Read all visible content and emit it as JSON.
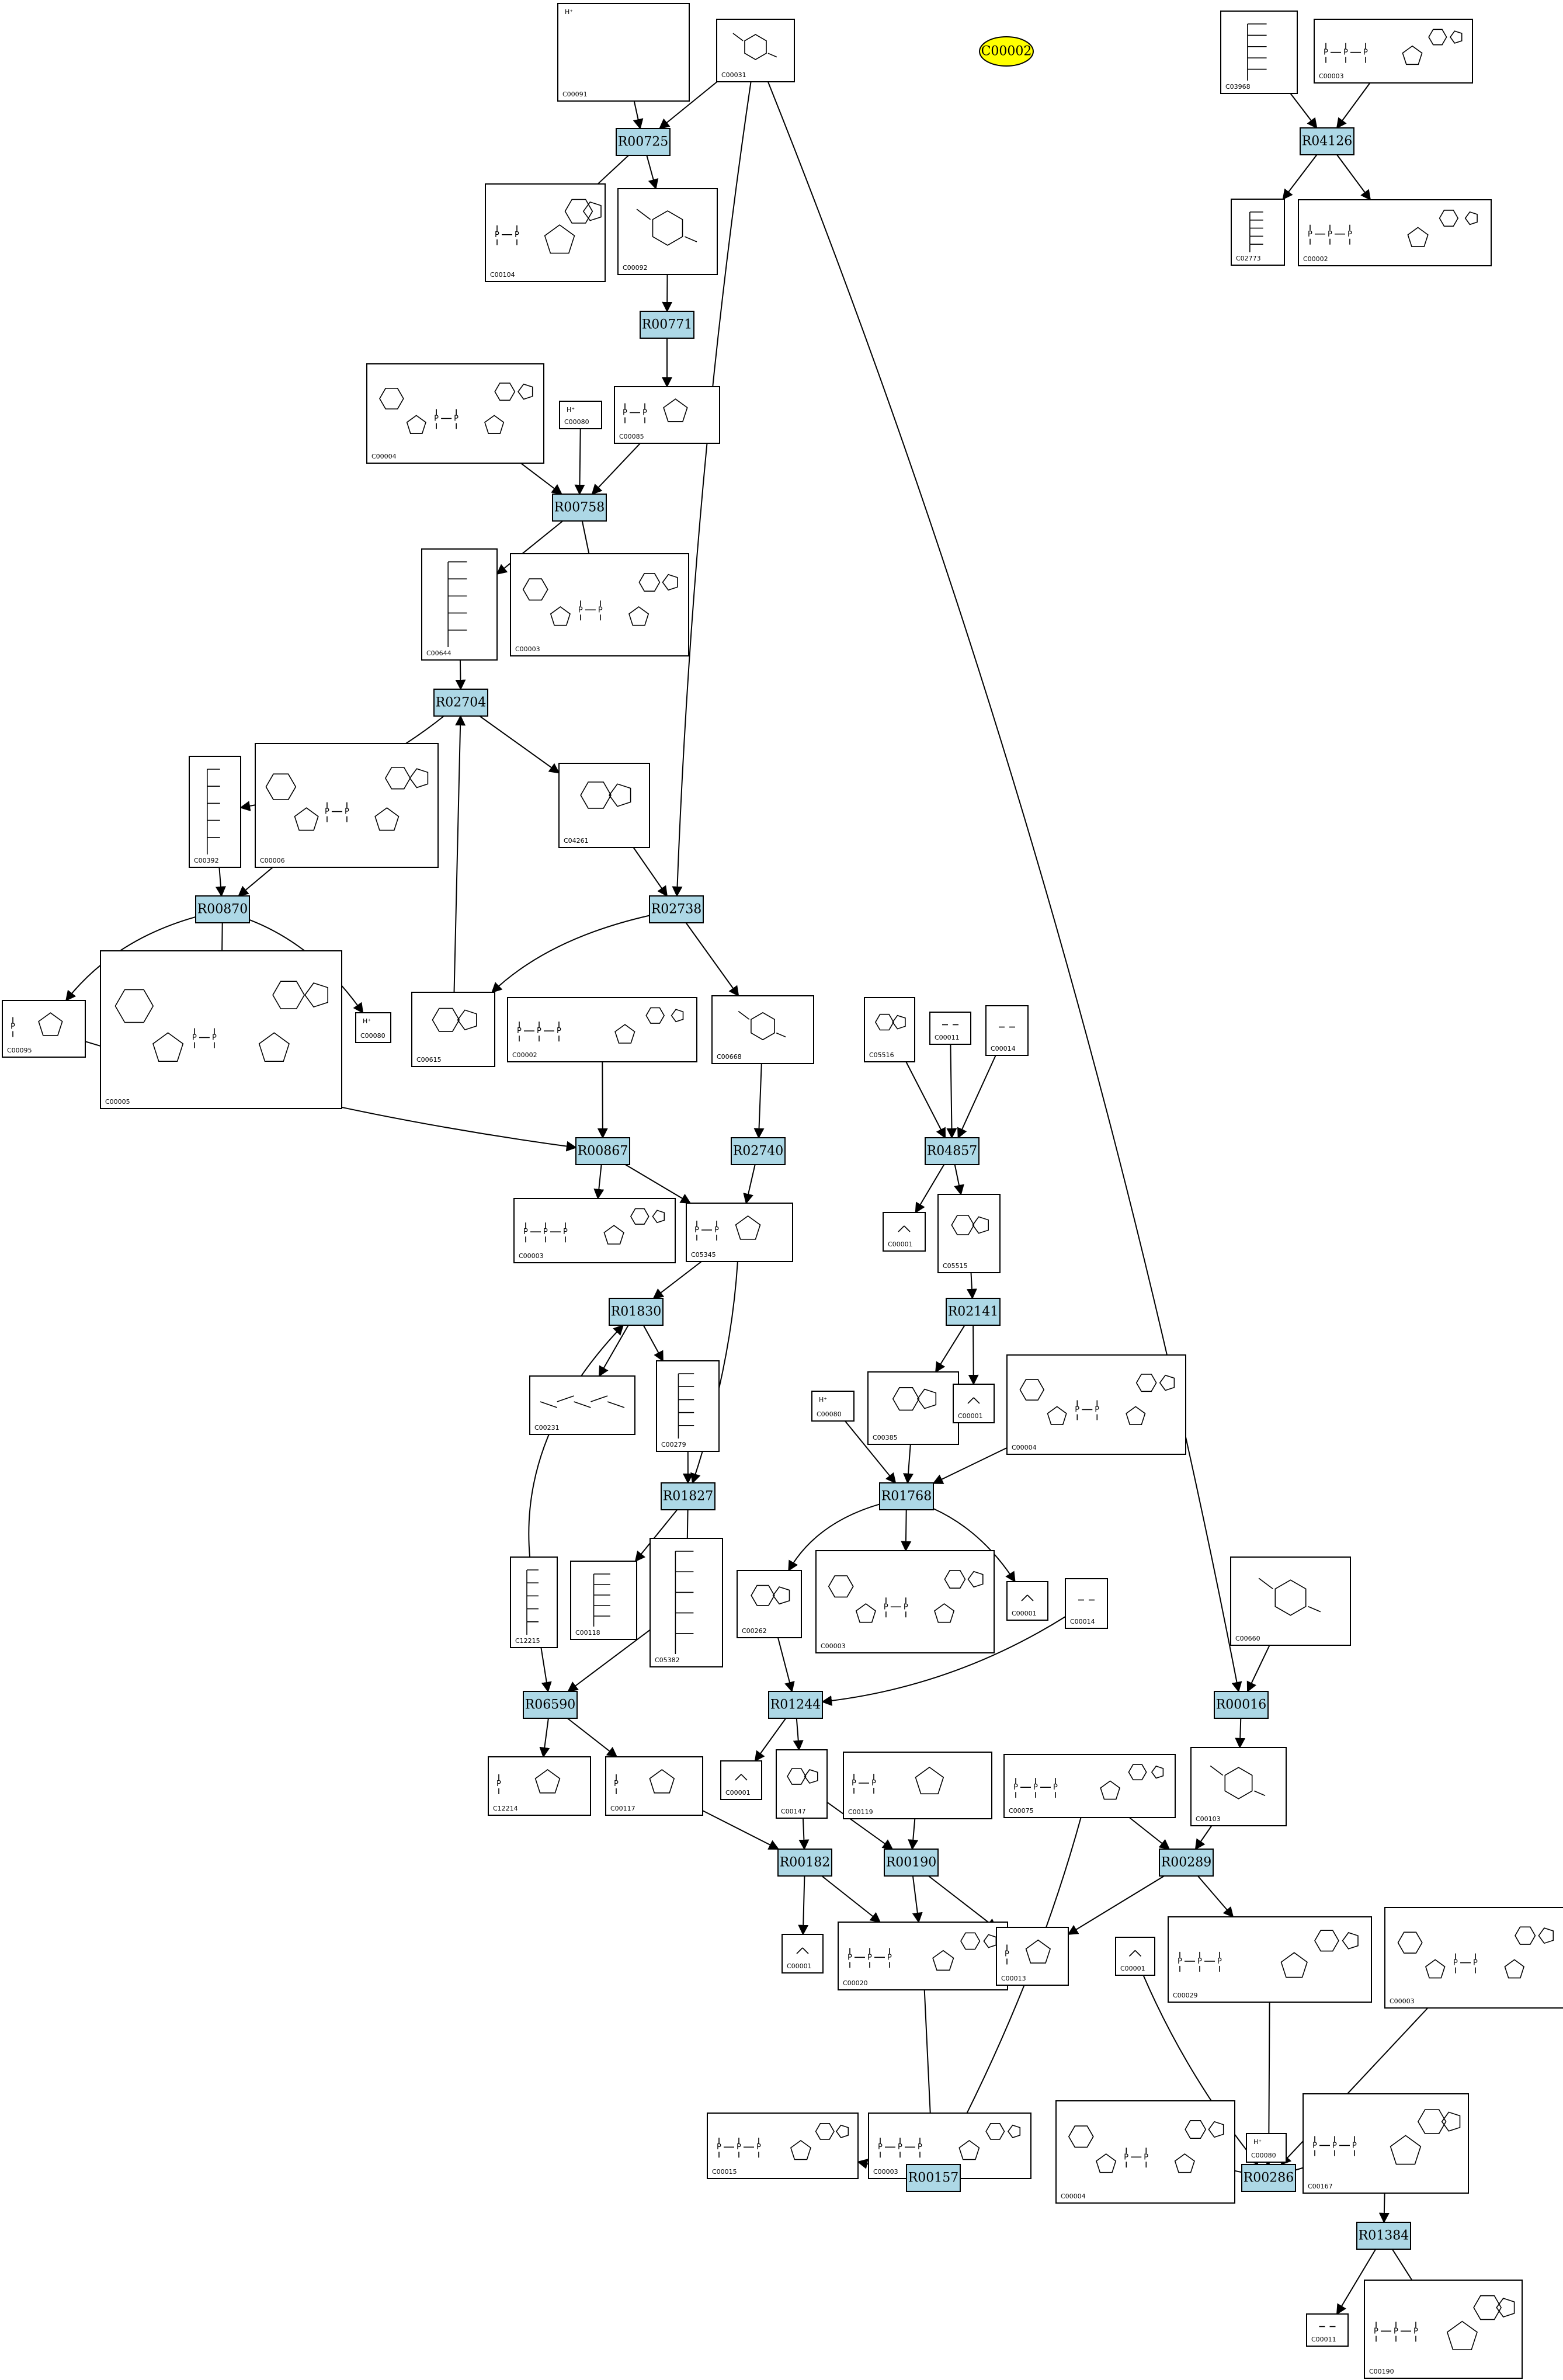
{
  "highlight": {
    "id": "hl",
    "label": "C00002"
  },
  "reactions": [
    {
      "id": "R00725",
      "label": "R00725"
    },
    {
      "id": "R00771",
      "label": "R00771"
    },
    {
      "id": "R00758",
      "label": "R00758"
    },
    {
      "id": "R02704",
      "label": "R02704"
    },
    {
      "id": "R00870",
      "label": "R00870"
    },
    {
      "id": "R02738",
      "label": "R02738"
    },
    {
      "id": "R00867",
      "label": "R00867"
    },
    {
      "id": "R02740",
      "label": "R02740"
    },
    {
      "id": "R01830",
      "label": "R01830"
    },
    {
      "id": "R01827",
      "label": "R01827"
    },
    {
      "id": "R06590",
      "label": "R06590"
    },
    {
      "id": "R04126",
      "label": "R04126"
    },
    {
      "id": "R04857",
      "label": "R04857"
    },
    {
      "id": "R02141",
      "label": "R02141"
    },
    {
      "id": "R01768",
      "label": "R01768"
    },
    {
      "id": "R01244",
      "label": "R01244"
    },
    {
      "id": "R00016",
      "label": "R00016"
    },
    {
      "id": "R00182",
      "label": "R00182"
    },
    {
      "id": "R00190",
      "label": "R00190"
    },
    {
      "id": "R00289",
      "label": "R00289"
    },
    {
      "id": "R00157",
      "label": "R00157"
    },
    {
      "id": "R00286",
      "label": "R00286"
    },
    {
      "id": "R01384",
      "label": "R01384"
    }
  ],
  "compounds": [
    {
      "id": "c00091",
      "code": "C00091",
      "sym": "H⁺"
    },
    {
      "id": "c00031",
      "code": "C00031",
      "sym": ""
    },
    {
      "id": "c00104",
      "code": "C00104",
      "sym": ""
    },
    {
      "id": "c00092",
      "code": "C00092",
      "sym": ""
    },
    {
      "id": "c00004a",
      "code": "C00004",
      "sym": ""
    },
    {
      "id": "c00080a",
      "code": "C00080",
      "sym": "H⁺"
    },
    {
      "id": "c00085",
      "code": "C00085",
      "sym": ""
    },
    {
      "id": "c00644",
      "code": "C00644",
      "sym": ""
    },
    {
      "id": "c00003a",
      "code": "C00003",
      "sym": ""
    },
    {
      "id": "c00392",
      "code": "C00392",
      "sym": ""
    },
    {
      "id": "c00006",
      "code": "C00006",
      "sym": ""
    },
    {
      "id": "c04261",
      "code": "C04261",
      "sym": ""
    },
    {
      "id": "c00095",
      "code": "C00095",
      "sym": ""
    },
    {
      "id": "c00005",
      "code": "C00005",
      "sym": ""
    },
    {
      "id": "c00080b",
      "code": "C00080",
      "sym": "H⁺"
    },
    {
      "id": "c00615",
      "code": "C00615",
      "sym": ""
    },
    {
      "id": "c00002a",
      "code": "C00002",
      "sym": ""
    },
    {
      "id": "c00668",
      "code": "C00668",
      "sym": ""
    },
    {
      "id": "c00003b",
      "code": "C00003",
      "sym": ""
    },
    {
      "id": "c05345",
      "code": "C05345",
      "sym": ""
    },
    {
      "id": "c00231",
      "code": "C00231",
      "sym": ""
    },
    {
      "id": "c00279",
      "code": "C00279",
      "sym": ""
    },
    {
      "id": "c12215",
      "code": "C12215",
      "sym": ""
    },
    {
      "id": "c00118",
      "code": "C00118",
      "sym": ""
    },
    {
      "id": "c05382",
      "code": "C05382",
      "sym": ""
    },
    {
      "id": "c12214",
      "code": "C12214",
      "sym": ""
    },
    {
      "id": "c00117",
      "code": "C00117",
      "sym": ""
    },
    {
      "id": "c03968",
      "code": "C03968",
      "sym": ""
    },
    {
      "id": "c00003c",
      "code": "C00003",
      "sym": ""
    },
    {
      "id": "c02773",
      "code": "C02773",
      "sym": ""
    },
    {
      "id": "c00002b",
      "code": "C00002",
      "sym": ""
    },
    {
      "id": "c05516",
      "code": "C05516",
      "sym": ""
    },
    {
      "id": "c00011a",
      "code": "C00011",
      "sym": ""
    },
    {
      "id": "c00014a",
      "code": "C00014",
      "sym": ""
    },
    {
      "id": "c00001a",
      "code": "C00001",
      "sym": ""
    },
    {
      "id": "c05515",
      "code": "C05515",
      "sym": ""
    },
    {
      "id": "c00080c",
      "code": "C00080",
      "sym": "H⁺"
    },
    {
      "id": "c00385",
      "code": "C00385",
      "sym": ""
    },
    {
      "id": "c00001b",
      "code": "C00001",
      "sym": ""
    },
    {
      "id": "c00004b",
      "code": "C00004",
      "sym": ""
    },
    {
      "id": "c00262",
      "code": "C00262",
      "sym": ""
    },
    {
      "id": "c00003d",
      "code": "C00003",
      "sym": ""
    },
    {
      "id": "c00001c",
      "code": "C00001",
      "sym": ""
    },
    {
      "id": "c00014b",
      "code": "C00014",
      "sym": ""
    },
    {
      "id": "c00660",
      "code": "C00660",
      "sym": ""
    },
    {
      "id": "c00001d",
      "code": "C00001",
      "sym": ""
    },
    {
      "id": "c00147",
      "code": "C00147",
      "sym": ""
    },
    {
      "id": "c00119",
      "code": "C00119",
      "sym": ""
    },
    {
      "id": "c00075",
      "code": "C00075",
      "sym": ""
    },
    {
      "id": "c00103",
      "code": "C00103",
      "sym": ""
    },
    {
      "id": "c00001e",
      "code": "C00001",
      "sym": ""
    },
    {
      "id": "c00020",
      "code": "C00020",
      "sym": ""
    },
    {
      "id": "c00013",
      "code": "C00013",
      "sym": ""
    },
    {
      "id": "c00029",
      "code": "C00029",
      "sym": ""
    },
    {
      "id": "c00003e",
      "code": "C00003",
      "sym": ""
    },
    {
      "id": "c00001f",
      "code": "C00001",
      "sym": ""
    },
    {
      "id": "c00015",
      "code": "C00015",
      "sym": ""
    },
    {
      "id": "c00003f",
      "code": "C00003",
      "sym": ""
    },
    {
      "id": "c00004c",
      "code": "C00004",
      "sym": ""
    },
    {
      "id": "c00080d",
      "code": "C00080",
      "sym": "H⁺"
    },
    {
      "id": "c00167",
      "code": "C00167",
      "sym": ""
    },
    {
      "id": "c00011b",
      "code": "C00011",
      "sym": ""
    },
    {
      "id": "c00190",
      "code": "C00190",
      "sym": ""
    }
  ]
}
